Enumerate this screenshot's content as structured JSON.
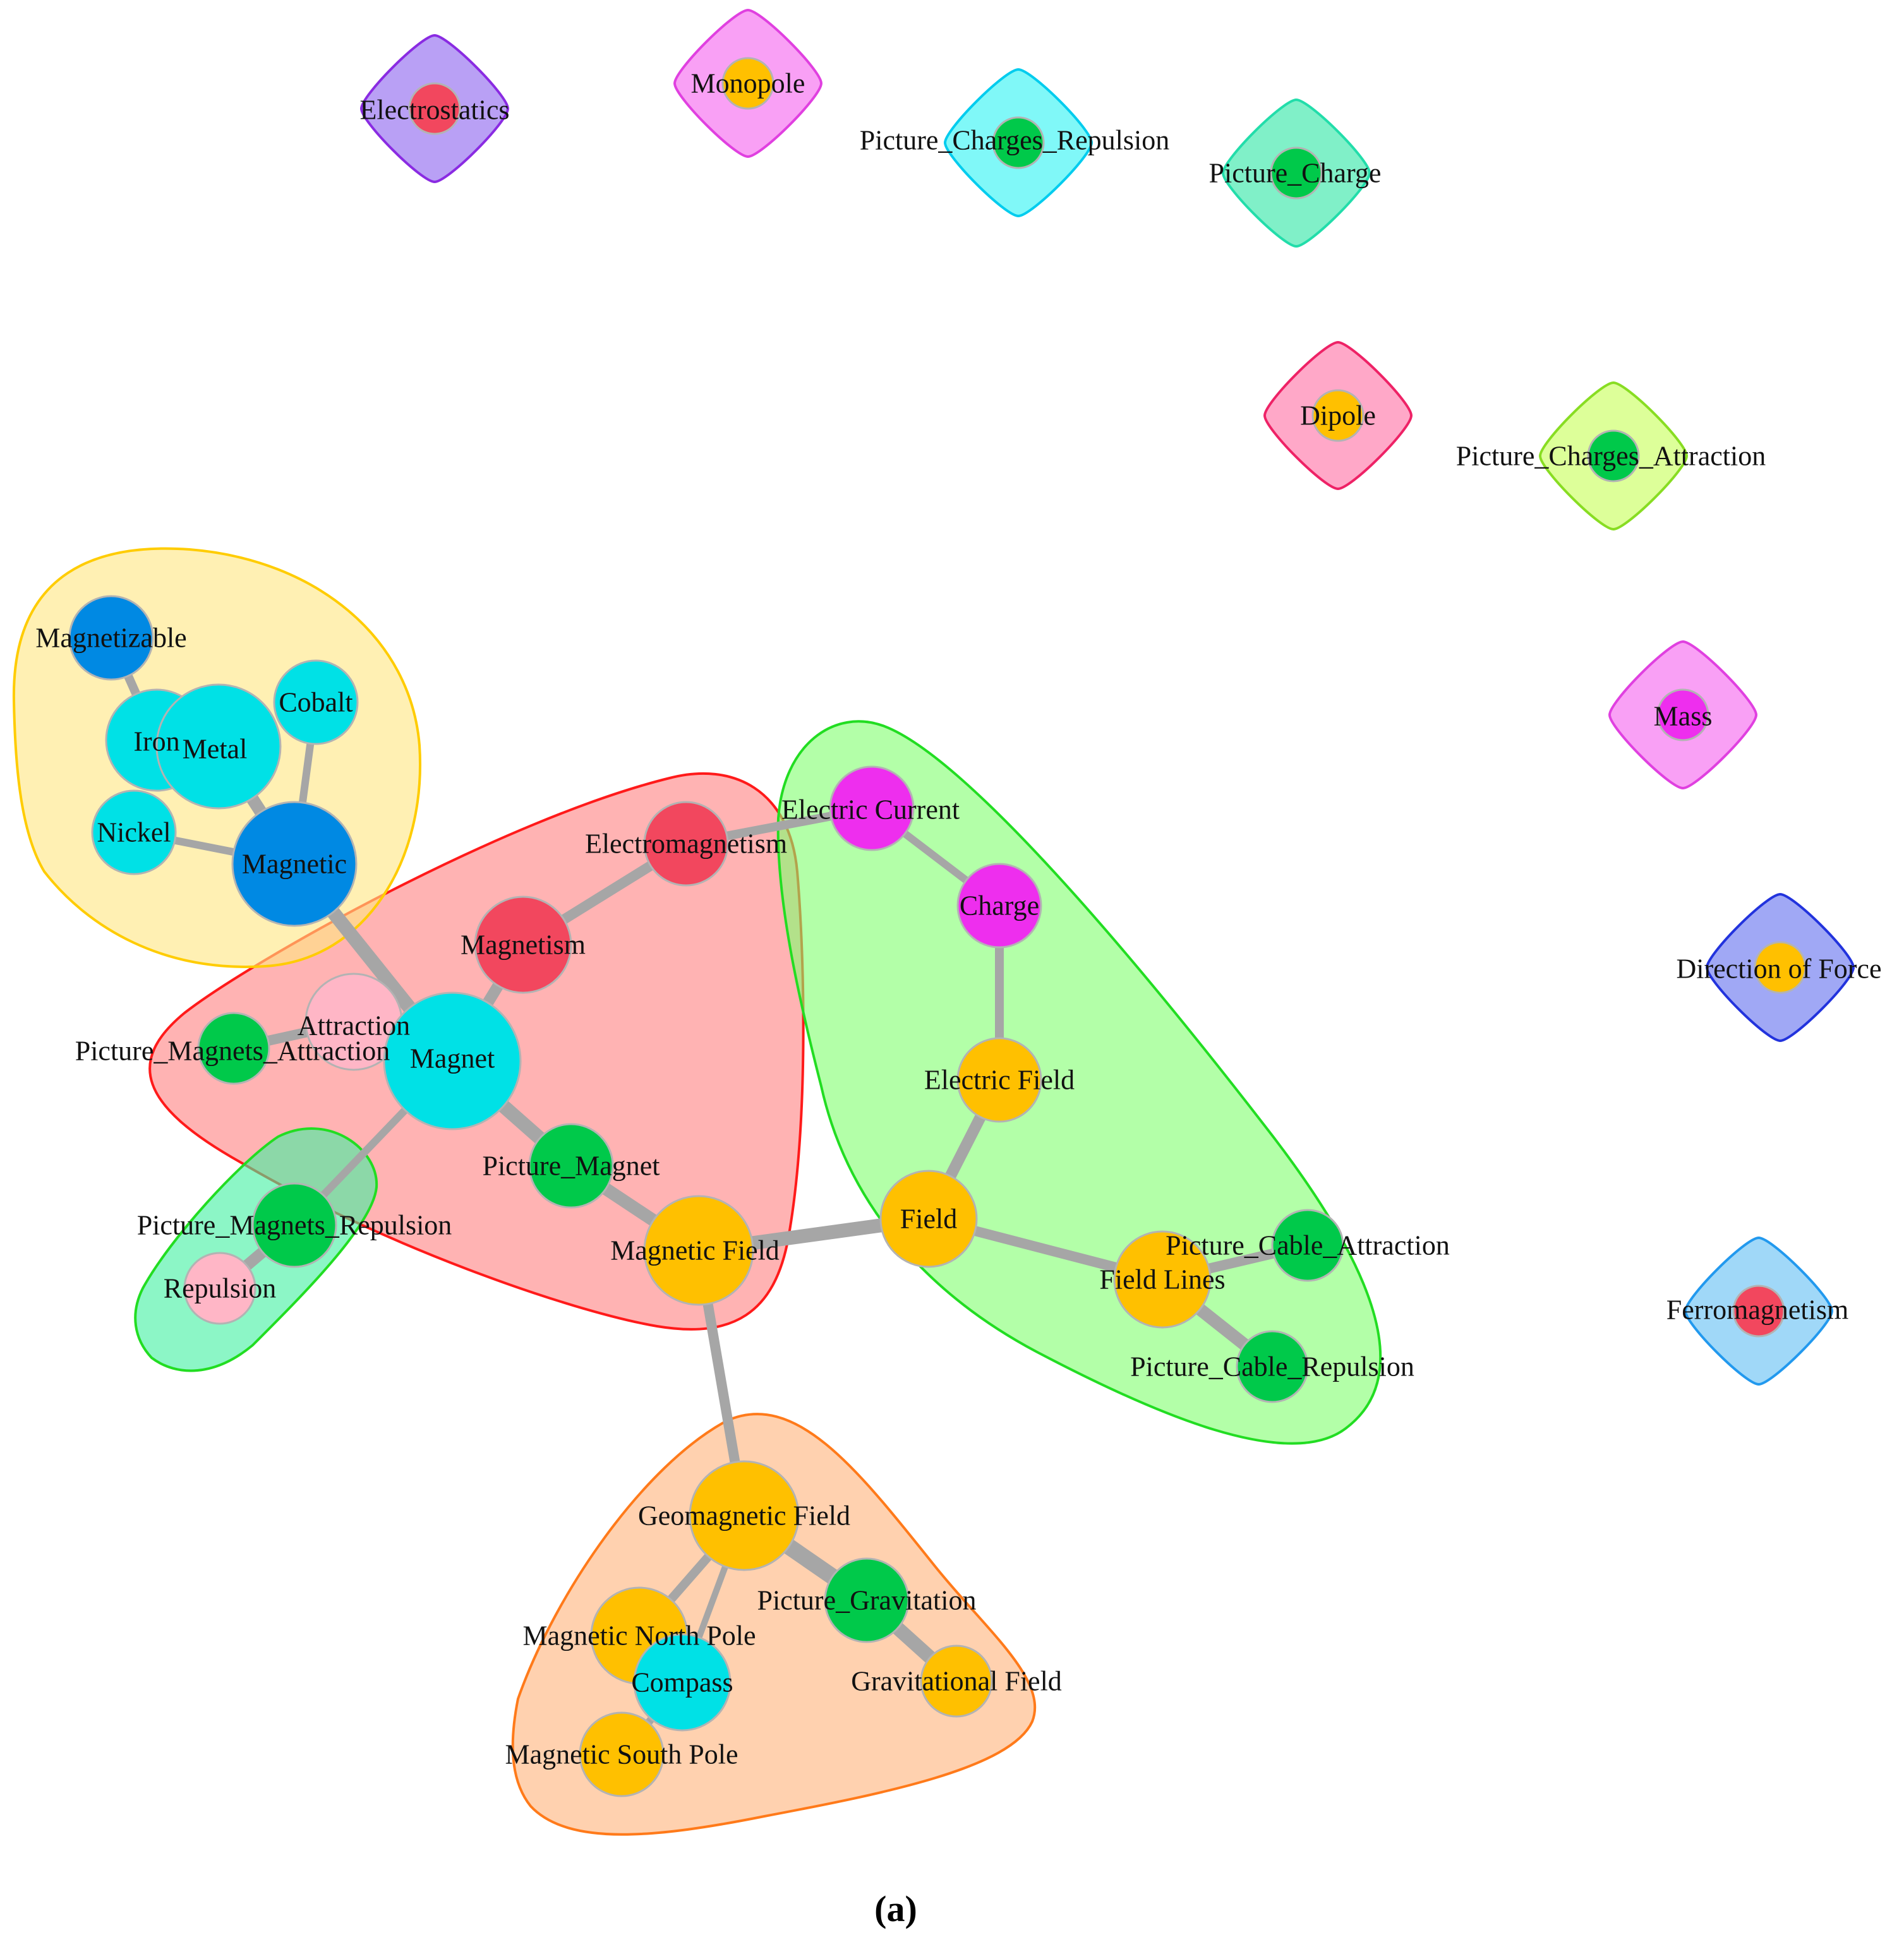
{
  "caption": "(a)",
  "node_colors": {
    "orange": "#FFC000",
    "green": "#00C94A",
    "cyan": "#00E1E6",
    "blue": "#0089E3",
    "red": "#F2475E",
    "magenta": "#EE2EEE",
    "pink": "#FFB6C6"
  },
  "hull_groups": [
    {
      "id": "magnetism-group",
      "fill": "#FF8080",
      "stroke": "#FF1A1A",
      "opacity": 0.6
    },
    {
      "id": "metals-group",
      "fill": "#FFE680",
      "stroke": "#FFCC00",
      "opacity": 0.6
    },
    {
      "id": "electric-group",
      "fill": "#80FF6E",
      "stroke": "#22DD22",
      "opacity": 0.6
    },
    {
      "id": "repulsion-group",
      "fill": "#40F0A0",
      "stroke": "#22DD22",
      "opacity": 0.6
    },
    {
      "id": "geomagnetic-group",
      "fill": "#FFB27A",
      "stroke": "#FF7A1A",
      "opacity": 0.6
    }
  ],
  "isolated_nodes": [
    {
      "id": "electrostatics",
      "label": "Electrostatics",
      "node_color": "red",
      "hull_fill": "#B9A0F5",
      "hull_stroke": "#8A2BE2"
    },
    {
      "id": "monopole",
      "label": "Monopole",
      "node_color": "orange",
      "hull_fill": "#F9A0F5",
      "hull_stroke": "#E040E0"
    },
    {
      "id": "picture-charges-repulsion",
      "label": "Picture_Charges_Repulsion",
      "node_color": "green",
      "hull_fill": "#80F8F8",
      "hull_stroke": "#00CCEE"
    },
    {
      "id": "picture-charge",
      "label": "Picture_Charge",
      "node_color": "green",
      "hull_fill": "#80F0C8",
      "hull_stroke": "#22DDAA"
    },
    {
      "id": "dipole",
      "label": "Dipole",
      "node_color": "orange",
      "hull_fill": "#FFA8C8",
      "hull_stroke": "#EE2266"
    },
    {
      "id": "picture-charges-attraction",
      "label": "Picture_Charges_Attraction",
      "node_color": "green",
      "hull_fill": "#DDFF99",
      "hull_stroke": "#88DD22"
    },
    {
      "id": "mass",
      "label": "Mass",
      "node_color": "magenta",
      "hull_fill": "#F9A0F5",
      "hull_stroke": "#E040E0"
    },
    {
      "id": "direction-of-force",
      "label": "Direction of Force",
      "node_color": "orange",
      "hull_fill": "#A0A8F5",
      "hull_stroke": "#2233DD"
    },
    {
      "id": "ferromagnetism",
      "label": "Ferromagnetism",
      "node_color": "red",
      "hull_fill": "#A0D8F8",
      "hull_stroke": "#2299EE"
    }
  ],
  "nodes": [
    {
      "id": "magnetizable",
      "label": "Magnetizable",
      "color": "blue"
    },
    {
      "id": "cobalt",
      "label": "Cobalt",
      "color": "cyan"
    },
    {
      "id": "iron",
      "label": "Iron",
      "color": "cyan"
    },
    {
      "id": "metal",
      "label": "Metal",
      "color": "cyan"
    },
    {
      "id": "nickel",
      "label": "Nickel",
      "color": "cyan"
    },
    {
      "id": "magnetic",
      "label": "Magnetic",
      "color": "blue"
    },
    {
      "id": "electromagnetism",
      "label": "Electromagnetism",
      "color": "red"
    },
    {
      "id": "magnetism",
      "label": "Magnetism",
      "color": "red"
    },
    {
      "id": "attraction",
      "label": "Attraction",
      "color": "pink"
    },
    {
      "id": "picture-magnets-attraction",
      "label": "Picture_Magnets_Attraction",
      "color": "green"
    },
    {
      "id": "magnet",
      "label": "Magnet",
      "color": "cyan"
    },
    {
      "id": "picture-magnet",
      "label": "Picture_Magnet",
      "color": "green"
    },
    {
      "id": "picture-magnets-repulsion",
      "label": "Picture_Magnets_Repulsion",
      "color": "green"
    },
    {
      "id": "repulsion",
      "label": "Repulsion",
      "color": "pink"
    },
    {
      "id": "magnetic-field",
      "label": "Magnetic Field",
      "color": "orange"
    },
    {
      "id": "electric-current",
      "label": "Electric Current",
      "color": "magenta"
    },
    {
      "id": "charge",
      "label": "Charge",
      "color": "magenta"
    },
    {
      "id": "electric-field",
      "label": "Electric Field",
      "color": "orange"
    },
    {
      "id": "field",
      "label": "Field",
      "color": "orange"
    },
    {
      "id": "field-lines",
      "label": "Field Lines",
      "color": "orange"
    },
    {
      "id": "picture-cable-attraction",
      "label": "Picture_Cable_Attraction",
      "color": "green"
    },
    {
      "id": "picture-cable-repulsion",
      "label": "Picture_Cable_Repulsion",
      "color": "green"
    },
    {
      "id": "geomagnetic-field",
      "label": "Geomagnetic Field",
      "color": "orange"
    },
    {
      "id": "picture-gravitation",
      "label": "Picture_Gravitation",
      "color": "green"
    },
    {
      "id": "magnetic-north-pole",
      "label": "Magnetic North Pole",
      "color": "orange"
    },
    {
      "id": "compass",
      "label": "Compass",
      "color": "cyan"
    },
    {
      "id": "gravitational-field",
      "label": "Gravitational Field",
      "color": "orange"
    },
    {
      "id": "magnetic-south-pole",
      "label": "Magnetic South Pole",
      "color": "orange"
    }
  ],
  "edges": [
    {
      "source": "magnetizable",
      "target": "iron"
    },
    {
      "source": "iron",
      "target": "metal"
    },
    {
      "source": "cobalt",
      "target": "magnetic"
    },
    {
      "source": "metal",
      "target": "magnetic"
    },
    {
      "source": "nickel",
      "target": "magnetic"
    },
    {
      "source": "magnetic",
      "target": "magnet"
    },
    {
      "source": "magnetism",
      "target": "electromagnetism"
    },
    {
      "source": "electromagnetism",
      "target": "electric-current"
    },
    {
      "source": "magnetism",
      "target": "magnet"
    },
    {
      "source": "attraction",
      "target": "magnet"
    },
    {
      "source": "picture-magnets-attraction",
      "target": "attraction"
    },
    {
      "source": "magnet",
      "target": "picture-magnets-repulsion"
    },
    {
      "source": "picture-magnets-repulsion",
      "target": "repulsion"
    },
    {
      "source": "magnet",
      "target": "picture-magnet"
    },
    {
      "source": "picture-magnet",
      "target": "magnetic-field"
    },
    {
      "source": "magnetic-field",
      "target": "field"
    },
    {
      "source": "electric-current",
      "target": "charge"
    },
    {
      "source": "charge",
      "target": "electric-field"
    },
    {
      "source": "electric-field",
      "target": "field"
    },
    {
      "source": "field",
      "target": "field-lines"
    },
    {
      "source": "field-lines",
      "target": "picture-cable-attraction"
    },
    {
      "source": "field-lines",
      "target": "picture-cable-repulsion"
    },
    {
      "source": "magnetic-field",
      "target": "geomagnetic-field"
    },
    {
      "source": "geomagnetic-field",
      "target": "picture-gravitation"
    },
    {
      "source": "picture-gravitation",
      "target": "gravitational-field"
    },
    {
      "source": "geomagnetic-field",
      "target": "magnetic-north-pole"
    },
    {
      "source": "geomagnetic-field",
      "target": "compass"
    },
    {
      "source": "compass",
      "target": "magnetic-south-pole"
    }
  ]
}
